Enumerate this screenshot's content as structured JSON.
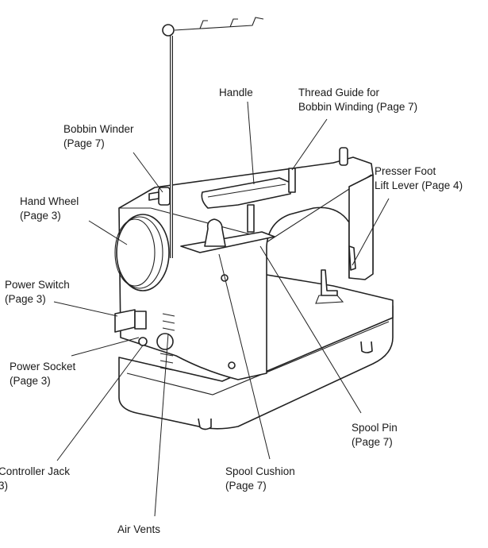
{
  "labels": {
    "handle": {
      "line1": "Handle"
    },
    "thread_guide": {
      "line1": "Thread Guide for",
      "line2": "Bobbin Winding (Page 7)"
    },
    "bobbin_winder": {
      "line1": "Bobbin Winder",
      "line2": "(Page 7)"
    },
    "presser_foot": {
      "line1": "Presser Foot",
      "line2": "Lift Lever (Page 4)"
    },
    "hand_wheel": {
      "line1": "Hand Wheel",
      "line2": "(Page 3)"
    },
    "power_switch": {
      "line1": "Power Switch",
      "line2": "(Page 3)"
    },
    "power_socket": {
      "line1": "Power Socket",
      "line2": "(Page 3)"
    },
    "spool_pin": {
      "line1": "Spool Pin",
      "line2": "(Page 7)"
    },
    "controller_jack": {
      "line1": "Controller Jack",
      "line2": "3)"
    },
    "spool_cushion": {
      "line1": "Spool Cushion",
      "line2": "(Page 7)"
    },
    "air_vents": {
      "line1": "Air Vents"
    }
  }
}
